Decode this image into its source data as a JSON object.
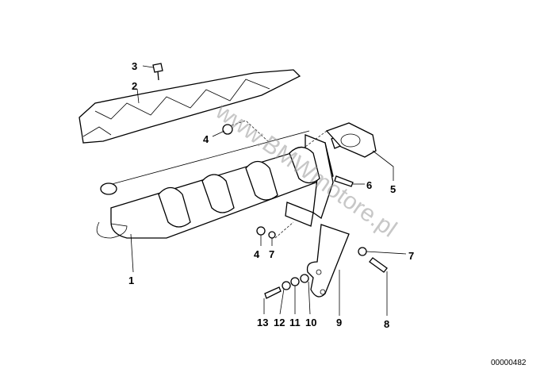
{
  "diagram": {
    "callouts": [
      "1",
      "2",
      "3",
      "4",
      "4",
      "5",
      "6",
      "7",
      "7",
      "8",
      "9",
      "10",
      "11",
      "12",
      "13"
    ],
    "drawing_number": "00000482",
    "watermark": "www.BMWmotore.pl"
  }
}
